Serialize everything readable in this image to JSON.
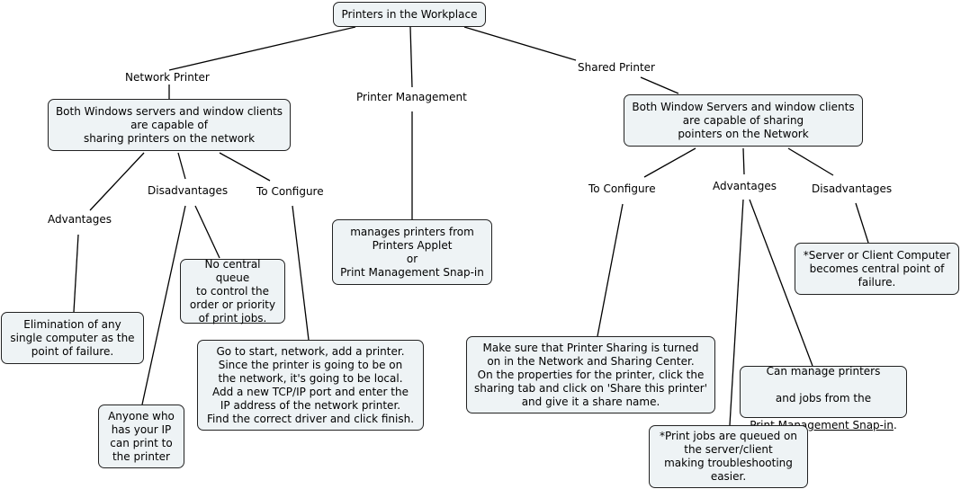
{
  "map": {
    "root": "Printers in the Workplace",
    "network_printer": {
      "label": "Network Printer",
      "description": "Both Windows servers and window clients\nare capable of\nsharing printers on the network",
      "advantages_label": "Advantages",
      "advantage_1": "Elimination of any\nsingle computer as the\npoint of failure.",
      "disadvantages_label": "Disadvantages",
      "disadvantage_1": "No central queue\nto control the\norder or priority\nof print jobs.",
      "disadvantage_2": "Anyone who\nhas your IP\ncan print to\nthe printer",
      "configure_label": "To Configure",
      "configure_steps": "Go to start, network, add a printer.\nSince the printer is going to be on\nthe network, it's going to be local.\nAdd a new TCP/IP port and enter the\nIP address of the network printer.\nFind the correct driver and click finish."
    },
    "printer_management": {
      "label": "Printer Management",
      "description": "manages printers from\nPrinters Applet\nor\nPrint Management Snap-in"
    },
    "shared_printer": {
      "label": "Shared Printer",
      "description": "Both Window Servers and window clients\nare capable of sharing\npointers on the Network",
      "configure_label": "To Configure",
      "configure_steps": "Make sure that Printer Sharing is turned\non in the Network and Sharing Center.\nOn the properties for the printer, click the\nsharing tab and click on 'Share this printer'\nand give it a share name.",
      "advantages_label": "Advantages",
      "advantage_1_line1": "Can manage printers",
      "advantage_1_line2": "and jobs from the",
      "advantage_1_link": "Print Management Snap-in",
      "advantage_1_suffix": ".",
      "advantage_2": "*Print jobs are queued on\nthe server/client\nmaking troubleshooting\neasier.",
      "disadvantages_label": "Disadvantages",
      "disadvantage_1": "*Server or Client Computer\nbecomes central point of\nfailure."
    }
  }
}
